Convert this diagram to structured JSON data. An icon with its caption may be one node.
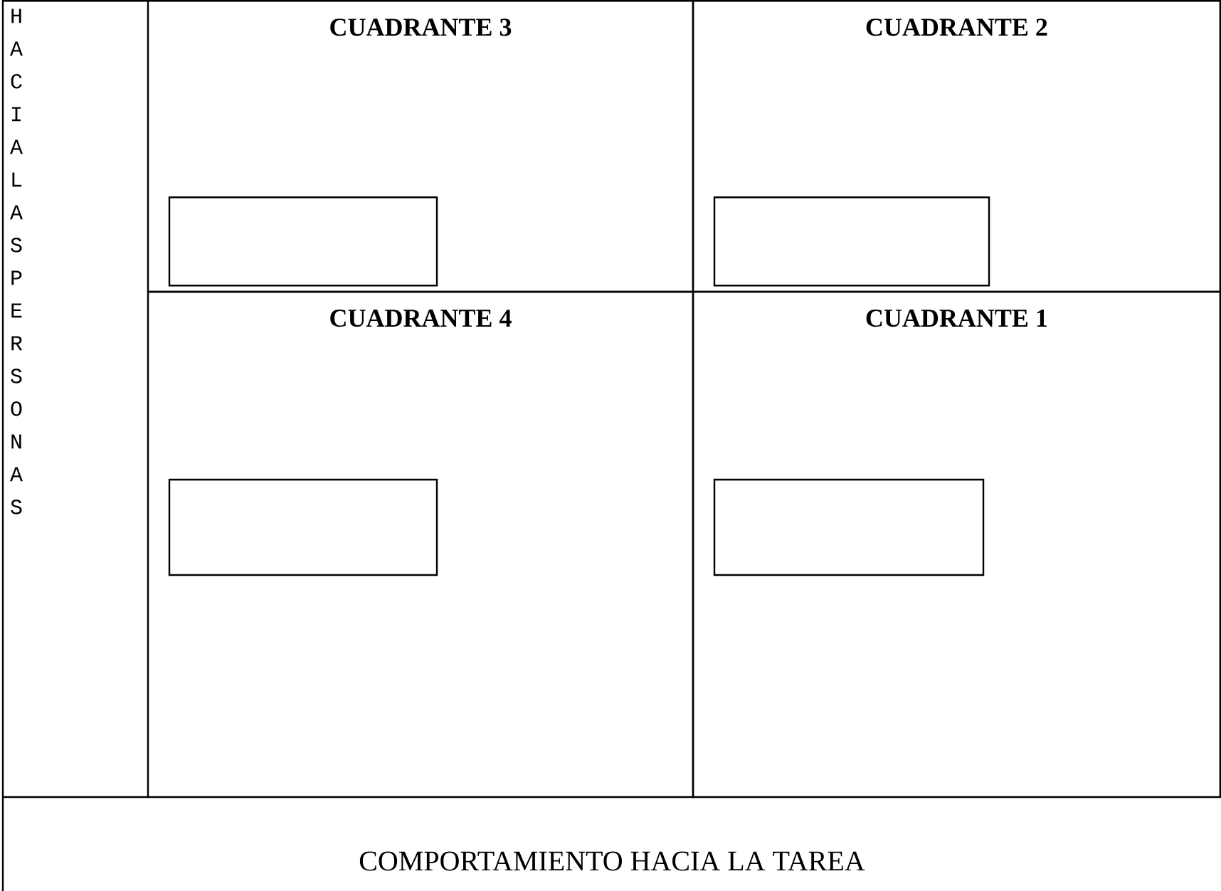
{
  "diagram": {
    "nodes": [
      {
        "text": [
          "CUADRANTE 3"
        ]
      },
      {
        "text": [],
        "shape": "box",
        "in": 0
      },
      {
        "text": [
          "CUADRANTE 2"
        ]
      },
      {
        "text": [],
        "shape": "box",
        "in": 2
      },
      {
        "text": [
          "CUADRANTE 4"
        ]
      },
      {
        "text": [],
        "shape": "box",
        "in": 4
      },
      {
        "text": [
          "CUADRANTE 1"
        ]
      },
      {
        "text": [],
        "shape": "box",
        "in": 6
      }
    ],
    "labels": [
      "HACIA LAS PERSONAS",
      "COMPORTAMIENTO HACIA LA TAREA"
    ]
  }
}
